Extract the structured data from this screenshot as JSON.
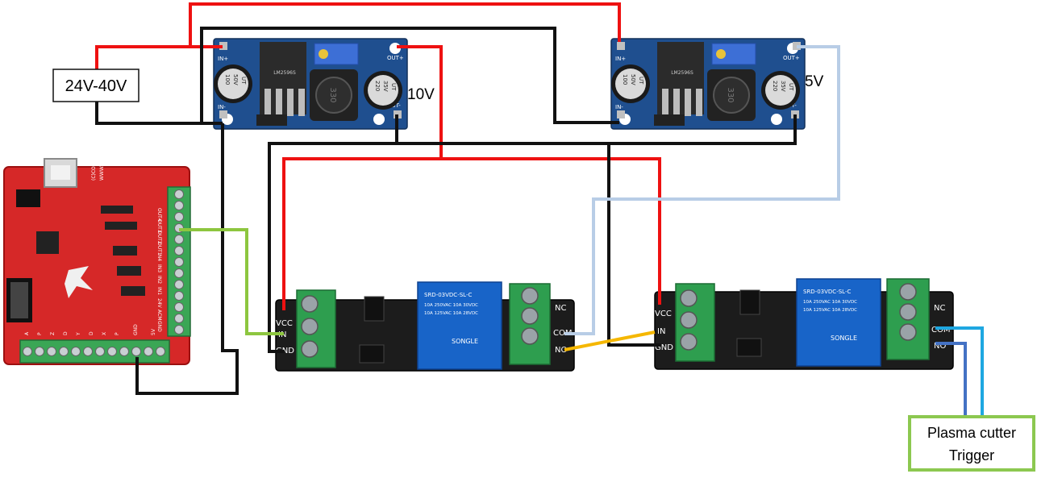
{
  "colors": {
    "red_wire": "#ee1111",
    "black_wire": "#111111",
    "green_wire": "#8dc63f",
    "lightblue_wire": "#b8cde6",
    "yellow_wire": "#f5b700",
    "blue_wire": "#4472c4",
    "cyan_wire": "#1ea7e1",
    "pcb_blue": "#1f4f8f",
    "pcb_red": "#d62828",
    "terminal_green": "#2e9e4f",
    "relay_blue": "#1864c8",
    "label_border_green": "#8cc850"
  },
  "labels": {
    "power_input": "24V-40V",
    "out_10v": "10V",
    "out_5v": "5V",
    "plasma_line1": "Plasma cutter",
    "plasma_line2": "Trigger"
  },
  "buck_converter": {
    "in_plus": "IN+",
    "in_minus": "IN-",
    "out_plus": "OUT+",
    "out_minus": "OUT-",
    "cap1_lines": [
      "100",
      "50V",
      "UT"
    ],
    "cap2_lines": [
      "220",
      "35V",
      "UT"
    ],
    "chip": "LM2596S",
    "inductor": "330"
  },
  "relay_module": {
    "vcc": "VCC",
    "in": "IN",
    "gnd": "GND",
    "nc": "NC",
    "com": "COM",
    "no": "NO",
    "relay_model": "SRD-03VDC-SL-C",
    "relay_rating1": "10A 250VAC  10A 30VDC",
    "relay_rating2": "10A 125VAC  10A 28VDC",
    "relay_brand": "SONGLE"
  },
  "controller_board": {
    "copyright": "(C)COPYRIGHT 2016",
    "site": "WWW.VADSUR.COM",
    "out_labels": [
      "OUT4",
      "OUT3",
      "OUT2",
      "OUT1",
      "IN4",
      "IN3",
      "IN2",
      "IN1",
      "24V",
      "ACM",
      "GND"
    ],
    "bottom_labels": [
      "A",
      "P",
      "Z",
      "D",
      "Y",
      "D",
      "X",
      "P",
      "GND",
      "5V"
    ]
  }
}
